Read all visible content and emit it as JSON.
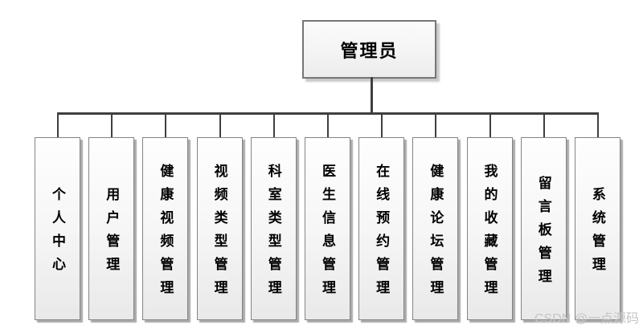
{
  "diagram": {
    "root": {
      "label": "管理员"
    },
    "children": [
      {
        "label": "个人中心"
      },
      {
        "label": "用户管理"
      },
      {
        "label": "健康视频管理"
      },
      {
        "label": "视频类型管理"
      },
      {
        "label": "科室类型管理"
      },
      {
        "label": "医生信息管理"
      },
      {
        "label": "在线预约管理"
      },
      {
        "label": "健康论坛管理"
      },
      {
        "label": "我的收藏管理"
      },
      {
        "label": "留言板管理"
      },
      {
        "label": "系统管理"
      }
    ]
  },
  "watermark": {
    "text": "CSDN @一点源码"
  },
  "colors": {
    "background": "#ffffff",
    "connector_line": "#3f3f3f",
    "box_border": "#848484",
    "box_fill_top": "#fefefe",
    "box_fill_bottom": "#e9e9e9",
    "box_shadow": "#ababab",
    "text": "#000000",
    "watermark_text": "#c6c6ca"
  }
}
